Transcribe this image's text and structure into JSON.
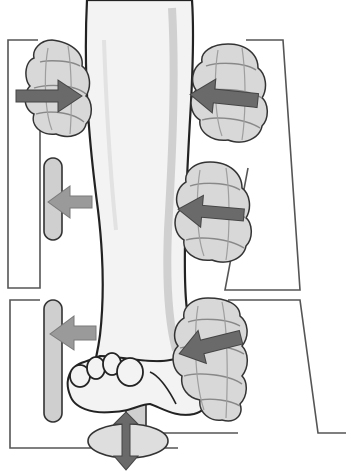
{
  "diagram": {
    "type": "massage-device-cross-section",
    "colors": {
      "background": "#ffffff",
      "outline": "#222222",
      "panel_stroke": "#555555",
      "leg_fill": "#f3f3f3",
      "leg_shade": "#dadada",
      "roller_fill": "#d8d8d8",
      "roller_shade": "#bcbcbc",
      "arrow_dark": "#6a6a6a",
      "arrow_light": "#9a9a9a",
      "paddle_fill": "#cfcfcf"
    },
    "components": [
      "leg",
      "foot",
      "left-upper-roller",
      "right-upper-roller",
      "right-middle-roller",
      "right-lower-roller",
      "left-middle-paddle",
      "left-lower-paddle",
      "heel-support"
    ],
    "arrows": [
      {
        "id": "arrow-left-upper",
        "direction": "right",
        "tone": "dark"
      },
      {
        "id": "arrow-right-upper",
        "direction": "left",
        "tone": "dark"
      },
      {
        "id": "arrow-left-middle",
        "direction": "left",
        "tone": "light"
      },
      {
        "id": "arrow-right-middle",
        "direction": "left",
        "tone": "dark"
      },
      {
        "id": "arrow-left-lower",
        "direction": "left",
        "tone": "light"
      },
      {
        "id": "arrow-right-lower",
        "direction": "left",
        "tone": "dark"
      },
      {
        "id": "arrow-heel",
        "direction": "up-down",
        "tone": "dark"
      }
    ]
  }
}
